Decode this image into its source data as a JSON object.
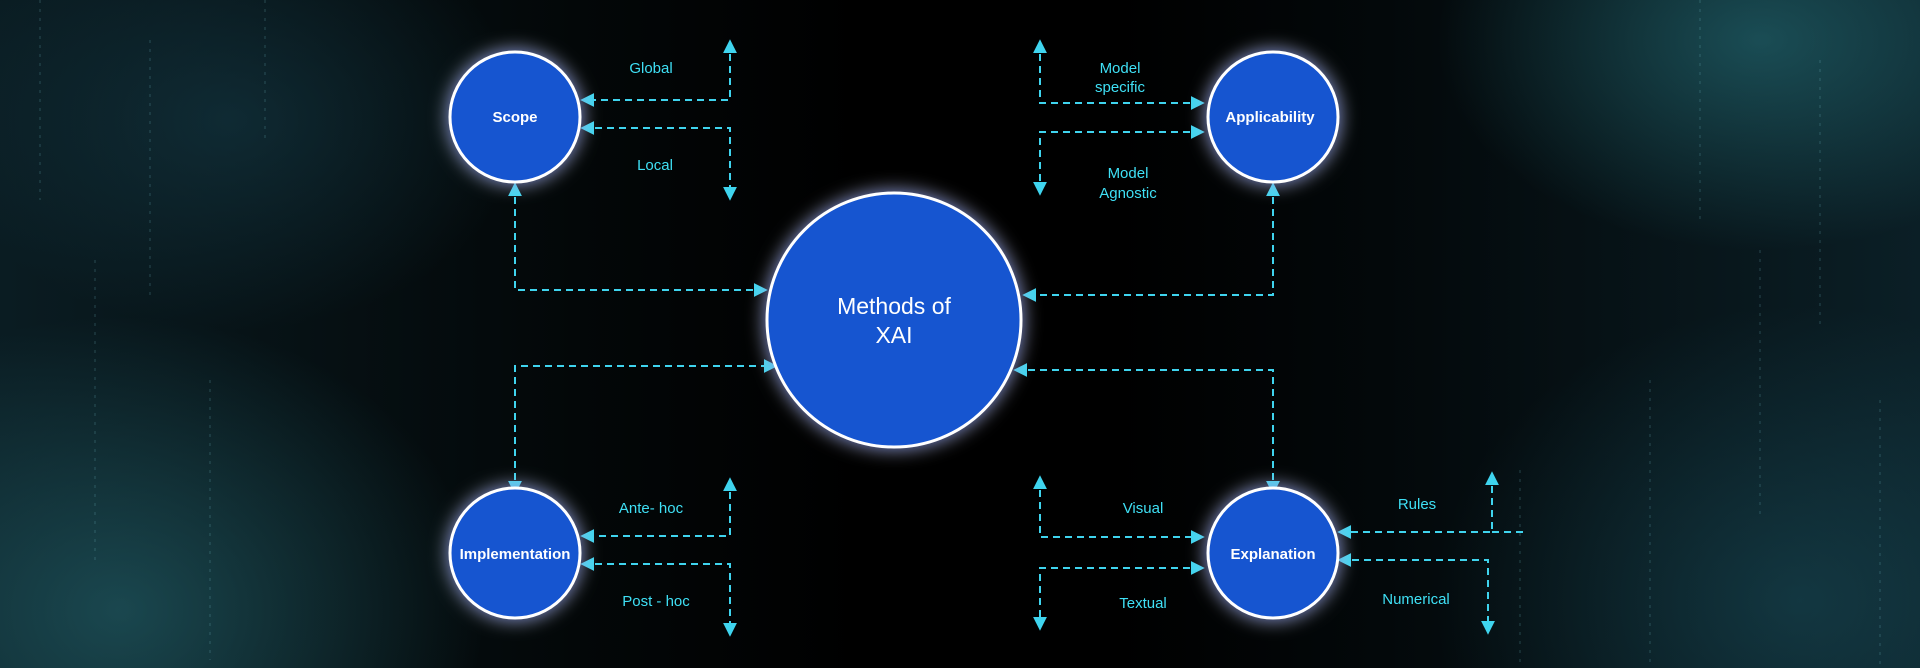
{
  "center": {
    "label_line1": "Methods of",
    "label_line2": "XAI"
  },
  "nodes": {
    "scope": {
      "label": "Scope",
      "option1": "Global",
      "option2": "Local"
    },
    "applicability": {
      "label": "Applicability",
      "option1_line1": "Model",
      "option1_line2": "specific",
      "option2_line1": "Model",
      "option2_line2": "Agnostic"
    },
    "implementation": {
      "label": "Implementation",
      "option1": "Ante- hoc",
      "option2": "Post - hoc"
    },
    "explanation": {
      "label": "Explanation",
      "option1": "Visual",
      "option2": "Textual",
      "option3": "Rules",
      "option4": "Numerical"
    }
  },
  "colors": {
    "node_fill": "#1454d0",
    "node_stroke": "#ffffff",
    "connector": "#3fd4ee",
    "label_text": "#3fe0f5",
    "background": "#000000"
  }
}
